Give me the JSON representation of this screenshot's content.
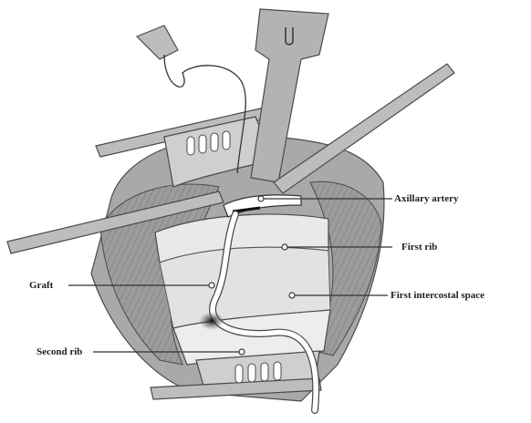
{
  "labels": {
    "axillary_artery": "Axillary artery",
    "first_rib": "First rib",
    "graft": "Graft",
    "first_intercostal_space": "First intercostal space",
    "second_rib": "Second rib"
  },
  "colors": {
    "tissue": "#a9a9a9",
    "muscle": "#8e8e8e",
    "rib": "#e9e9e9",
    "instrument": "#9a9a9a",
    "outline": "#4a4a4a",
    "graft": "#ffffff"
  }
}
